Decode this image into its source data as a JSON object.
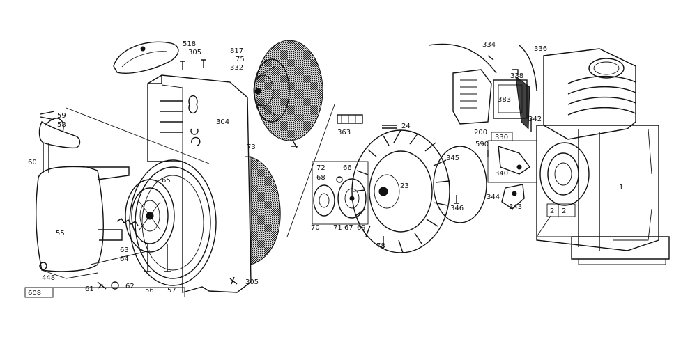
{
  "diagram": {
    "part_labels": {
      "p518": "518",
      "p305_top": "305",
      "p817": "817",
      "p75": "75",
      "p332": "332",
      "p304": "304",
      "p73": "73",
      "p59": "59",
      "p58": "58",
      "p60": "60",
      "p65": "65",
      "p55": "55",
      "p63": "63",
      "p64": "64",
      "p448": "448",
      "p61": "61",
      "p62": "62",
      "p56": "56",
      "p57": "57",
      "p305_bottom": "305",
      "p608": "608",
      "p363": "363",
      "p24": "24",
      "p72": "72",
      "p66": "66",
      "p68": "68",
      "p23": "23",
      "p345": "345",
      "p70": "70",
      "p71": "71",
      "p67": "67",
      "p69": "69",
      "p78": "78",
      "p346": "346",
      "p334": "334",
      "p336": "336",
      "p338": "338",
      "p383": "383",
      "p200": "200",
      "p342": "342",
      "p330": "330",
      "p590": "590",
      "p340": "340",
      "p344": "344",
      "p343": "343",
      "p1": "1",
      "p2a": "2",
      "p2b": "2"
    }
  }
}
